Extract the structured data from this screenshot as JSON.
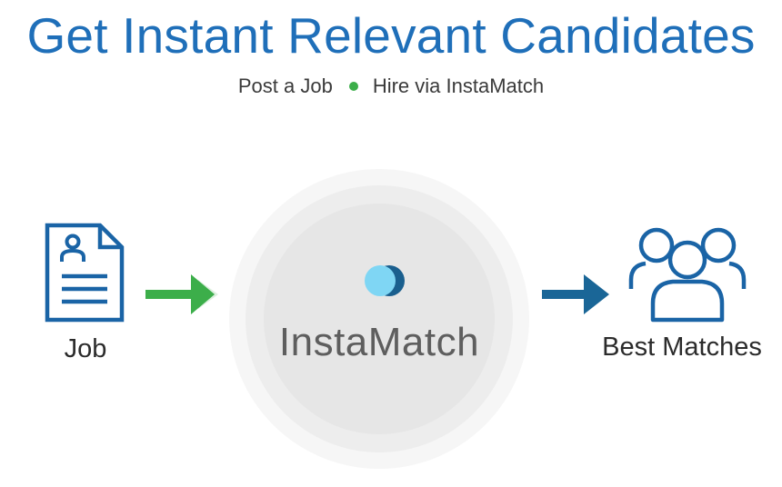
{
  "header": {
    "title": "Get Instant Relevant Candidates",
    "subtitle_left": "Post a Job",
    "subtitle_right": "Hire via InstaMatch"
  },
  "flow": {
    "job_label": "Job",
    "engine_label": "InstaMatch",
    "result_label": "Best Matches"
  },
  "icons": {
    "job": "document-icon",
    "engine": "instamatch-logo-icon",
    "result": "group-users-icon",
    "arrow_in": "arrow-right-icon",
    "arrow_out": "arrow-right-icon"
  },
  "colors": {
    "title": "#1f6fb9",
    "bullet": "#3cae4a",
    "arrow_in": "#3cae4a",
    "arrow_out": "#1a6697",
    "icon_stroke": "#1a64a6",
    "logo_light": "#7fd6f4",
    "logo_dark": "#1a5f8e"
  }
}
